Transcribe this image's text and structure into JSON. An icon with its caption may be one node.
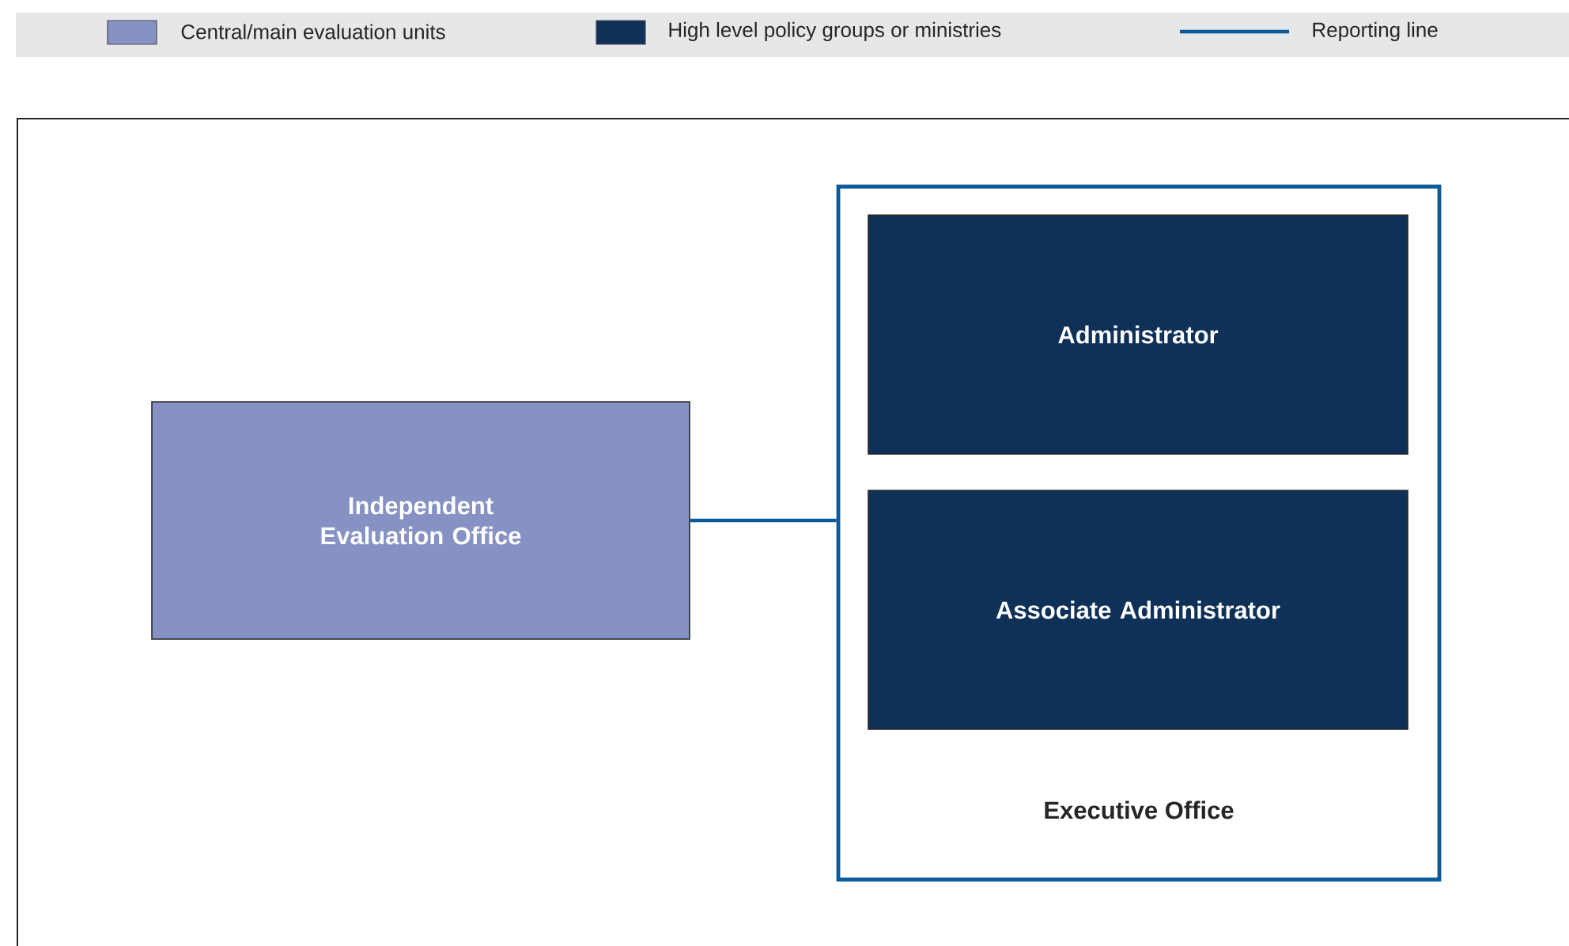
{
  "diagram": {
    "nodes": [
      {
        "text": [
          "Independent Evaluation Office"
        ]
      },
      {
        "text": [
          "Executive Office"
        ]
      },
      {
        "text": [
          "Administrator"
        ],
        "in": 1
      },
      {
        "text": [
          "Associate Administrator"
        ],
        "in": 1
      }
    ],
    "edges": [
      {
        "from": 0,
        "to": 1,
        "arrow": "none"
      }
    ],
    "legend": [
      {
        "text": "Central/main evaluation units",
        "color": "#8592c3"
      },
      {
        "text": "High level policy groups or ministries",
        "color": "#0f3158"
      },
      {
        "text": "Reporting line"
      }
    ]
  }
}
